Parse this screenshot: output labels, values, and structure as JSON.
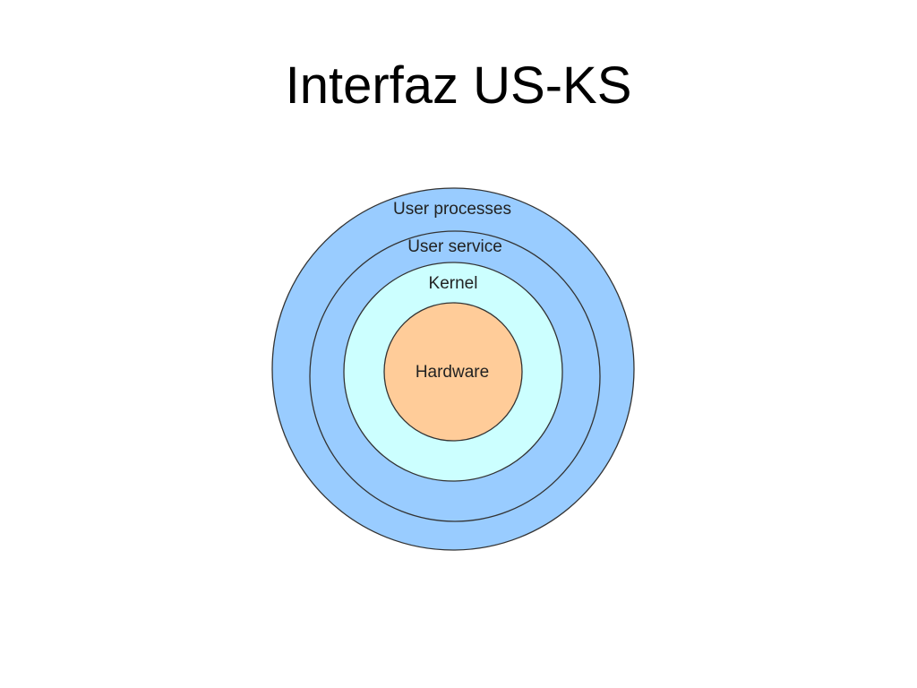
{
  "slide": {
    "title": "Interfaz US-KS"
  },
  "diagram": {
    "layers": [
      {
        "label": "User processes",
        "color": "#99ccff"
      },
      {
        "label": "User service",
        "color": "#99ccff"
      },
      {
        "label": "Kernel",
        "color": "#ccffff"
      },
      {
        "label": "Hardware",
        "color": "#ffcc99"
      }
    ],
    "stroke_color": "#333333"
  }
}
